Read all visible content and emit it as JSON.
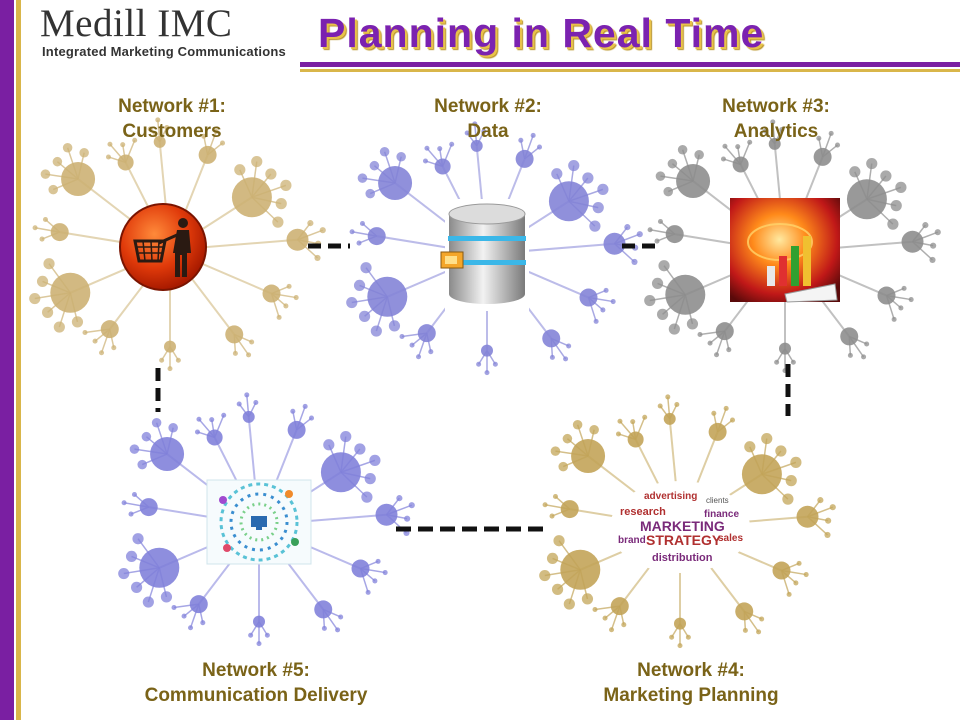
{
  "header": {
    "logo_main": "Medill IMC",
    "logo_sub": "Integrated Marketing Communications",
    "title": "Planning in Real Time"
  },
  "networks": [
    {
      "line1": "Network #1:",
      "line2": "Customers",
      "icon": "shopper-icon"
    },
    {
      "line1": "Network #2:",
      "line2": "Data",
      "icon": "database-icon"
    },
    {
      "line1": "Network #3:",
      "line2": "Analytics",
      "icon": "analytics-chart-icon"
    },
    {
      "line1": "Network #4:",
      "line2": "Marketing Planning",
      "icon": "marketing-strategy-word-cloud-icon"
    },
    {
      "line1": "Network #5:",
      "line2": "Communication Delivery",
      "icon": "communication-icons-icon"
    }
  ],
  "word_cloud": {
    "words": [
      "advertising",
      "clients",
      "research",
      "finance",
      "MARKETING",
      "STRATEGY",
      "brand",
      "sales",
      "distribution"
    ]
  },
  "colors": {
    "purple": "#7a1fa2",
    "gold": "#d9b64a",
    "label": "#7a6318",
    "network1": "#c4a45c",
    "network2": "#6f6fd0",
    "network3": "#7a7a7a",
    "network4": "#b8953c",
    "network5": "#6c6cd4"
  }
}
